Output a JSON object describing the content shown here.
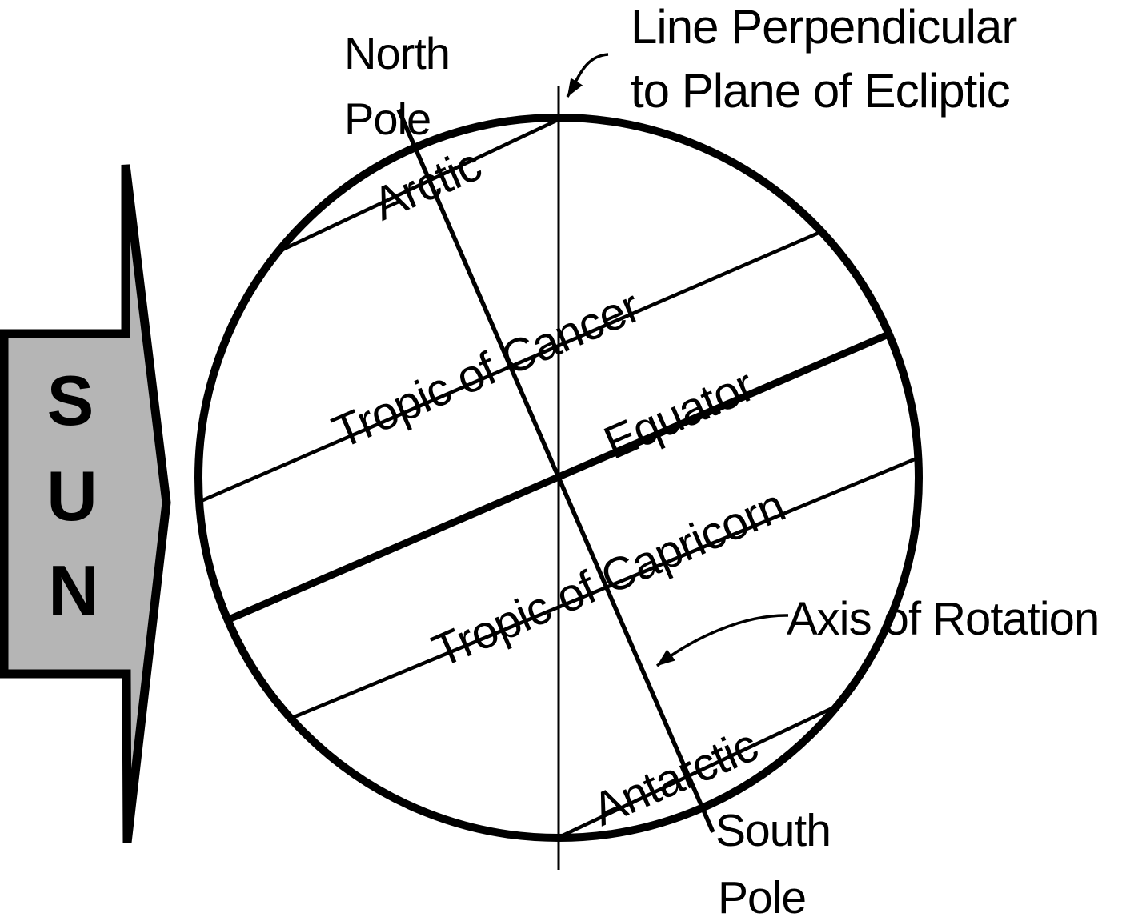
{
  "sun_arrow": {
    "letters": [
      "S",
      "U",
      "N"
    ],
    "fill": "#b5b5b5"
  },
  "labels": {
    "north_pole_line1": "North",
    "north_pole_line2": "Pole",
    "perpendicular_line1": "Line Perpendicular",
    "perpendicular_line2": "to Plane of Ecliptic",
    "arctic": "Arctic",
    "tropic_of_cancer": "Tropic of Cancer",
    "equator": "Equator",
    "tropic_of_capricorn": "Tropic of Capricorn",
    "antarctic": "Antarctic",
    "axis_of_rotation": "Axis of Rotation",
    "south_pole_line1": "South",
    "south_pole_line2": "Pole"
  },
  "colors": {
    "line": "#000000",
    "background": "#ffffff",
    "arrow_fill": "#b5b5b5"
  }
}
